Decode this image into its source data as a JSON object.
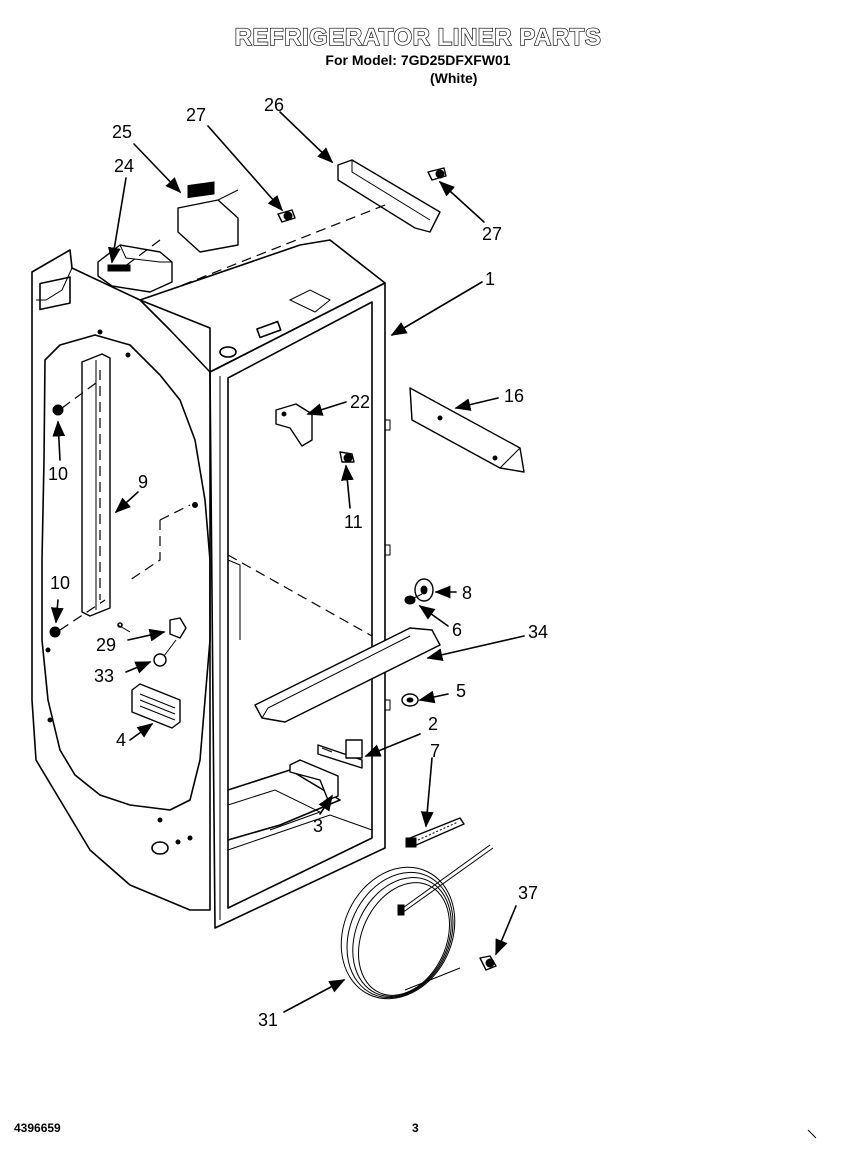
{
  "header": {
    "title": "REFRIGERATOR LINER PARTS",
    "model_line": "For Model: 7GD25DFXFW01",
    "color_line": "(White)"
  },
  "footer": {
    "doc_number": "4396659",
    "page_number": "3"
  },
  "callouts": {
    "c1": "1",
    "c2": "2",
    "c3": "3",
    "c4": "4",
    "c5": "5",
    "c6": "6",
    "c7": "7",
    "c8": "8",
    "c9": "9",
    "c10a": "10",
    "c10b": "10",
    "c11": "11",
    "c16": "16",
    "c22": "22",
    "c24": "24",
    "c25": "25",
    "c26": "26",
    "c27a": "27",
    "c27b": "27",
    "c29": "29",
    "c31": "31",
    "c33": "33",
    "c34": "34",
    "c37": "37"
  }
}
